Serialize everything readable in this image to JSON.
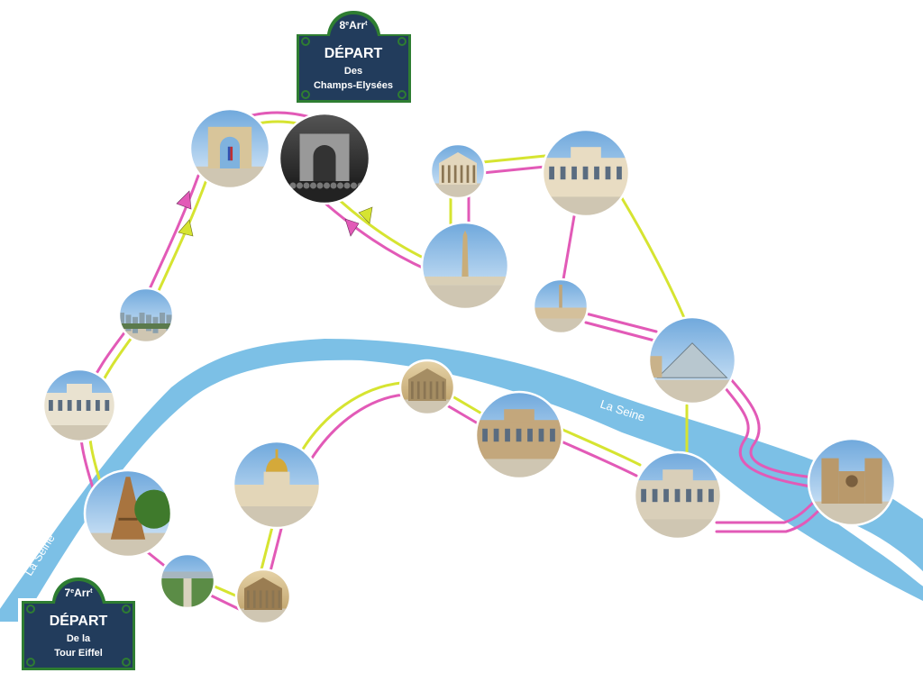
{
  "colors": {
    "river": "#7cc0e6",
    "route_pink": "#e25ab7",
    "route_yellow": "#d6e431",
    "sign_fill": "#223c5c",
    "sign_border": "#2e7d32",
    "photo_border": "#ffffff"
  },
  "signs": {
    "champs": {
      "arr_number": "8",
      "arr_suffix": "e",
      "arr_word": "Arr",
      "arr_sup": "t",
      "title": "DÉPART",
      "line1": "Des",
      "line2": "Champs-Elysées"
    },
    "eiffel": {
      "arr_number": "7",
      "arr_suffix": "e",
      "arr_word": "Arr",
      "arr_sup": "t",
      "title": "DÉPART",
      "line1": "De la",
      "line2": "Tour Eiffel"
    }
  },
  "river": {
    "label_main": "La Seine",
    "label_west": "La Seine"
  },
  "landmarks": [
    {
      "id": "arc-de-triomphe",
      "icon": "arch-icon"
    },
    {
      "id": "champs-elysees-night",
      "icon": "avenue-icon"
    },
    {
      "id": "madeleine",
      "icon": "temple-icon"
    },
    {
      "id": "opera-garnier",
      "icon": "opera-icon"
    },
    {
      "id": "concorde-obelisk",
      "icon": "obelisk-icon"
    },
    {
      "id": "place-vendome",
      "icon": "column-icon"
    },
    {
      "id": "louvre-pyramid",
      "icon": "pyramid-icon"
    },
    {
      "id": "trocadero-view",
      "icon": "city-icon"
    },
    {
      "id": "trocadero",
      "icon": "palace-icon"
    },
    {
      "id": "assemblee-nationale",
      "icon": "colonnade-icon"
    },
    {
      "id": "orsay",
      "icon": "clock-building-icon"
    },
    {
      "id": "invalides",
      "icon": "dome-icon"
    },
    {
      "id": "institut",
      "icon": "building-icon"
    },
    {
      "id": "notre-dame",
      "icon": "cathedral-icon"
    },
    {
      "id": "eiffel-tower",
      "icon": "tower-icon"
    },
    {
      "id": "champ-de-mars",
      "icon": "garden-icon"
    },
    {
      "id": "ecole-militaire",
      "icon": "facade-icon"
    }
  ]
}
